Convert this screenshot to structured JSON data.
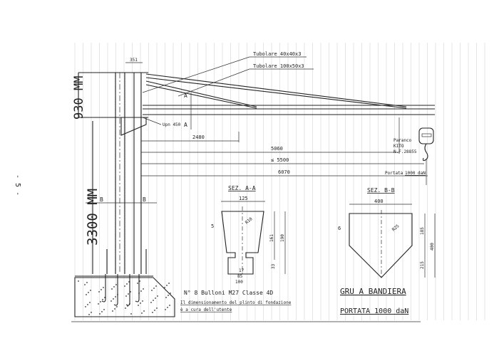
{
  "page_number": "- 5 -",
  "labels": {
    "tube_small": "Tubolare 40x40x3",
    "tube_large": "Tubolare 100x50x3",
    "top_width": "351",
    "upn": "Upn 450",
    "section_mark_a": "A",
    "section_mark_b": "B",
    "height_top": "930 MM",
    "height_mast": "3300 MM"
  },
  "dimensions": {
    "d1": "2480",
    "d2": "5060",
    "d3": "≤ 5500",
    "d4": "6070"
  },
  "hoist": {
    "line1": "Paranco",
    "line2": "KITO",
    "line3": "N.F.28855",
    "capacity_label": "Portata",
    "capacity_value": "1000 daN"
  },
  "section_aa": {
    "title": "SEZ. A-A",
    "width": "125",
    "radius": "R10",
    "thickness": "5",
    "h1": "161",
    "h2": "190",
    "h3": "33",
    "w_inner": "17",
    "w_mid": "85",
    "w_bottom": "100"
  },
  "section_bb": {
    "title": "SEZ. B-B",
    "width": "400",
    "radius": "R25",
    "thickness": "6",
    "h1": "185",
    "h2": "215",
    "h_total": "400"
  },
  "notes": {
    "bolts": "N° 8 Bulloni M27 Classe 4D",
    "line2": "Il dimensionamento del plinto di fondazione",
    "line3": "è a cura dell'utente"
  },
  "title_block": {
    "title": "GRU A BANDIERA",
    "capacity": "PORTATA 1000 daN"
  }
}
